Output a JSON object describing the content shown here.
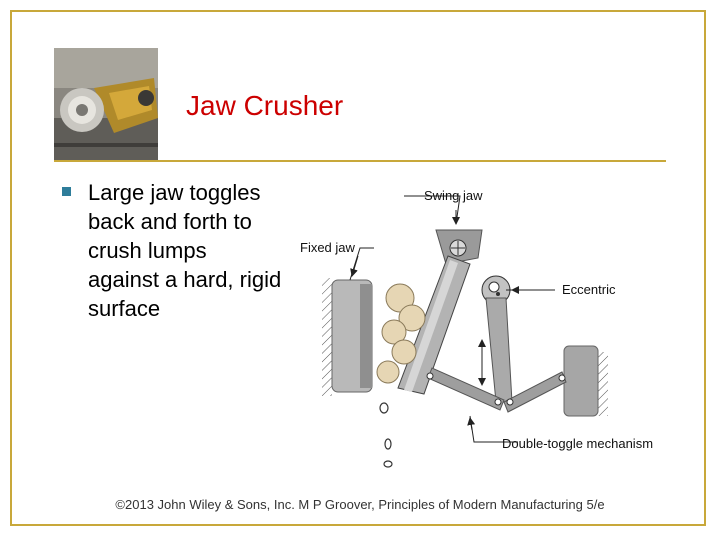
{
  "slide": {
    "title": "Jaw Crusher",
    "bullets": [
      {
        "line1": "Large jaw toggles",
        "line2": "back and forth to",
        "line3": "crush lumps",
        "line4": "against a hard, rigid",
        "line5": "surface"
      }
    ],
    "footer": "©2013 John Wiley & Sons, Inc.  M P Groover, Principles of Modern Manufacturing 5/e"
  },
  "diagram": {
    "labels": {
      "swing_jaw": "Swing jaw",
      "fixed_jaw": "Fixed jaw",
      "eccentric": "Eccentric",
      "double_toggle": "Double-toggle mechanism"
    }
  },
  "colors": {
    "title": "#cc0000",
    "border": "#c8a83a",
    "bullet": "#2e7d9a"
  }
}
